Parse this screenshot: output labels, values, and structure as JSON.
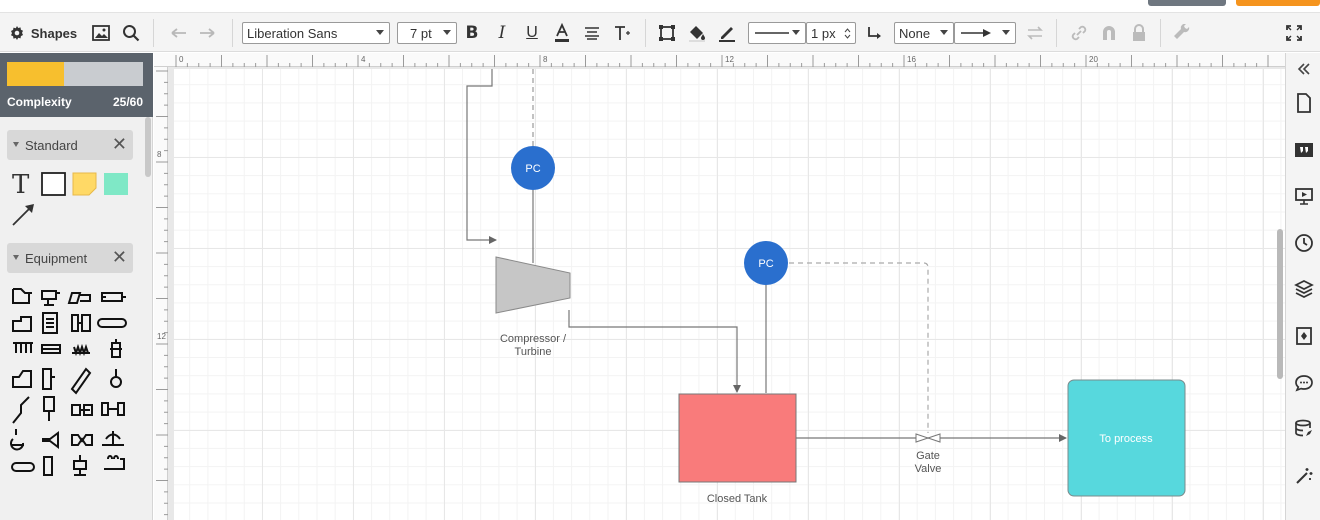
{
  "toolbar": {
    "shapes_label": "Shapes",
    "font_family": "Liberation Sans",
    "font_size": "7 pt",
    "stroke_width": "1 px",
    "line_start": "None"
  },
  "sidebar": {
    "complexity_label": "Complexity",
    "complexity_value": "25/60",
    "complexity_fraction": 0.4167,
    "panels": {
      "standard": "Standard",
      "equipment": "Equipment"
    }
  },
  "diagram": {
    "pc1_label": "PC",
    "pc2_label": "PC",
    "compressor_label_1": "Compressor /",
    "compressor_label_2": "Turbine",
    "tank_label": "Closed Tank",
    "valve_label_1": "Gate",
    "valve_label_2": "Valve",
    "process_label": "To process"
  },
  "ruler": {
    "top_marks": [
      "0",
      "4",
      "8",
      "12",
      "16",
      "20"
    ],
    "left_marks": [
      "8",
      "12"
    ]
  },
  "colors": {
    "pc_circle": "#2a6fce",
    "tank": "#f97b7b",
    "process": "#57d8dd",
    "compressor": "#c6c6c6",
    "complexity_fill": "#f7bf2e",
    "complexity_bg": "#5b636c",
    "accent_orange": "#f5941e"
  }
}
